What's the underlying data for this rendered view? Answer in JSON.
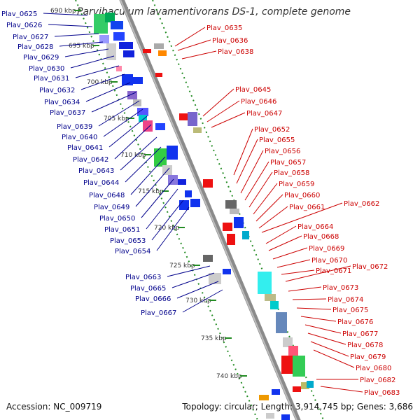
{
  "title": "Parvibaculum lavamentivorans DS-1, complete genome",
  "footer": {
    "accession": "Accession: NC_009719",
    "summary": "Topology: circular; Length: 3,914,745 bp; Genes: 3,686"
  },
  "colors": {
    "backbone": "#8a8a8a",
    "ruler": "#228b22",
    "forward_label": "#00008b",
    "reverse_label": "#cc0000"
  },
  "ruler_marks": [
    "690 kbp",
    "695 kbp",
    "700 kbp",
    "705 kbp",
    "710 kbp",
    "715 kbp",
    "720 kbp",
    "725 kbp",
    "730 kbp",
    "735 kbp",
    "740 kbp"
  ],
  "forward_genes": [
    "Plav_0625",
    "Plav_0626",
    "Plav_0627",
    "Plav_0628",
    "Plav_0629",
    "Plav_0630",
    "Plav_0631",
    "Plav_0632",
    "Plav_0634",
    "Plav_0637",
    "Plav_0639",
    "Plav_0640",
    "Plav_0641",
    "Plav_0642",
    "Plav_0643",
    "Plav_0644",
    "Plav_0648",
    "Plav_0649",
    "Plav_0650",
    "Plav_0651",
    "Plav_0653",
    "Plav_0654",
    "Plav_0663",
    "Plav_0665",
    "Plav_0666",
    "Plav_0667"
  ],
  "reverse_genes": [
    "Plav_0635",
    "Plav_0636",
    "Plav_0638",
    "Plav_0645",
    "Plav_0646",
    "Plav_0647",
    "Plav_0652",
    "Plav_0655",
    "Plav_0656",
    "Plav_0657",
    "Plav_0658",
    "Plav_0659",
    "Plav_0660",
    "Plav_0661",
    "Plav_0662",
    "Plav_0664",
    "Plav_0668",
    "Plav_0669",
    "Plav_0670",
    "Plav_0671",
    "Plav_0672",
    "Plav_0673",
    "Plav_0674",
    "Plav_0675",
    "Plav_0676",
    "Plav_0677",
    "Plav_0678",
    "Plav_0679",
    "Plav_0680",
    "Plav_0682",
    "Plav_0683"
  ]
}
